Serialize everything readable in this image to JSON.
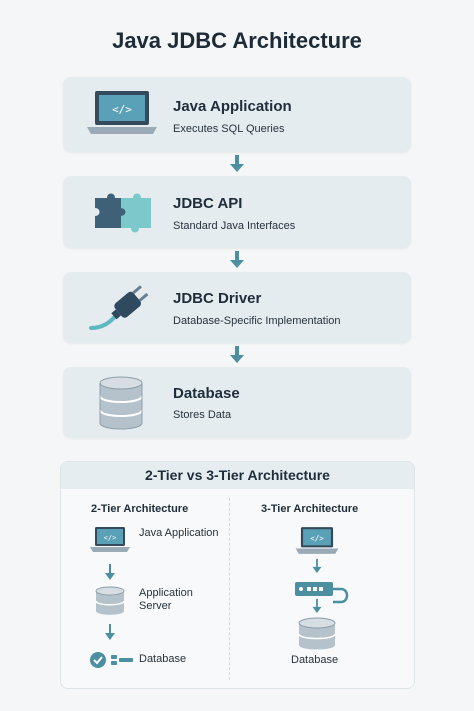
{
  "title": "Java JDBC Architecture",
  "layers": [
    {
      "name": "Java Application",
      "desc": "Executes SQL Queries",
      "icon": "laptop-code-icon"
    },
    {
      "name": "JDBC API",
      "desc": "Standard Java Interfaces",
      "icon": "puzzle-icon"
    },
    {
      "name": "JDBC Driver",
      "desc": "Database-Specific Implementation",
      "icon": "plug-icon"
    },
    {
      "name": "Database",
      "desc": "Stores Data",
      "icon": "database-icon"
    }
  ],
  "comparison": {
    "title": "2-Tier vs 3-Tier Architecture",
    "two_tier": {
      "heading": "2-Tier Architecture",
      "items": [
        "Java Application",
        "Application Server",
        "Database"
      ]
    },
    "three_tier": {
      "heading": "3-Tier Architecture",
      "items": [
        "Database"
      ]
    }
  },
  "colors": {
    "card": "#e5ecef",
    "accent": "#4c8fa0",
    "icon_dark": "#35566b",
    "teal": "#76c3c9"
  }
}
